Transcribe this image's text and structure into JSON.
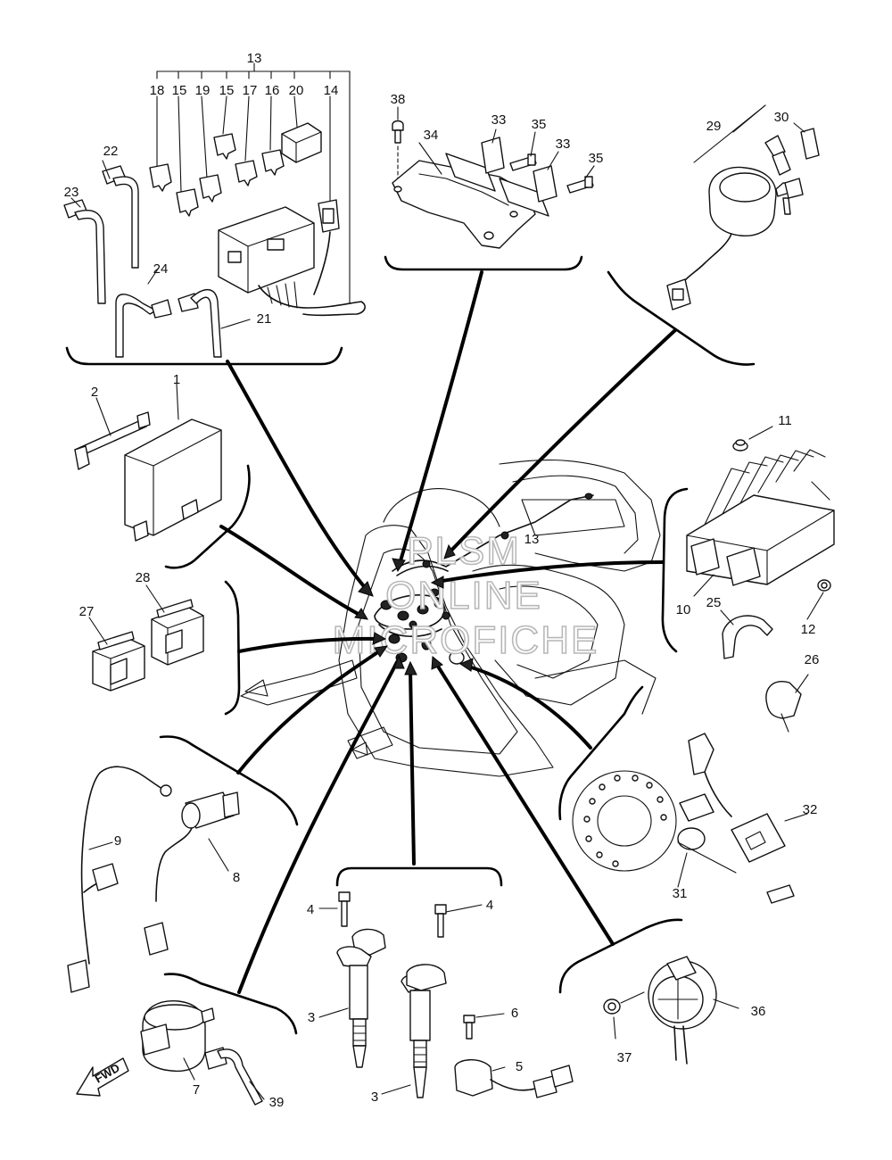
{
  "watermark": {
    "line1": "PLSM",
    "line2": "ONLINE",
    "line3": "MICROFICHE"
  },
  "direction_label": "FWD",
  "callouts": {
    "c13_top": "13",
    "c18": "18",
    "c15a": "15",
    "c19": "19",
    "c15b": "15",
    "c17": "17",
    "c16": "16",
    "c20": "20",
    "c14": "14",
    "c22": "22",
    "c23": "23",
    "c24": "24",
    "c21": "21",
    "c38": "38",
    "c34": "34",
    "c33a": "33",
    "c35a": "35",
    "c33b": "33",
    "c35b": "35",
    "c29": "29",
    "c30": "30",
    "c2": "2",
    "c1": "1",
    "c11": "11",
    "c13_mid": "13",
    "c10": "10",
    "c25": "25",
    "c12": "12",
    "c28": "28",
    "c27": "27",
    "c26": "26",
    "c9": "9",
    "c8": "8",
    "c32": "32",
    "c31": "31",
    "c4a": "4",
    "c4b": "4",
    "c3a": "3",
    "c6": "6",
    "c5": "5",
    "c3b": "3",
    "c36": "36",
    "c37": "37",
    "c7": "7",
    "c39": "39"
  }
}
